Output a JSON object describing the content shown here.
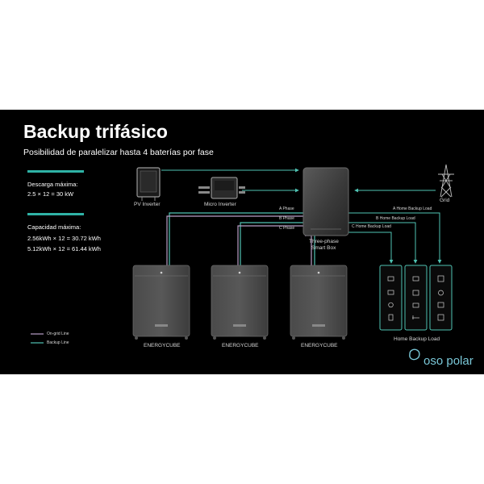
{
  "slide": {
    "title": "Backup trifásico",
    "subtitle": "Posibilidad de paralelizar hasta 4 baterías por fase"
  },
  "specs": {
    "discharge_label": "Descarga máxima:",
    "discharge_value": "2.5 × 12 = 30 kW",
    "capacity_label": "Capacidad máxima:",
    "capacity_value_1": "2.56kWh × 12 = 30.72 kWh",
    "capacity_value_2": "5.12kWh × 12 = 61.44 kWh"
  },
  "devices": {
    "pv_inverter": "PV Inverter",
    "micro_inverter": "Micro Inverter",
    "smart_box_line1": "Three-phase",
    "smart_box_line2": "Smart Box",
    "grid": "Grid",
    "battery": "ENERGYCUBE",
    "home_backup_load": "Home Backup Load"
  },
  "phases": {
    "a": "A Phase",
    "b": "B Phase",
    "c": "C Phase",
    "a_load": "A Home Backup Load",
    "b_load": "B Home Backup Load",
    "c_load": "C Home Backup Load"
  },
  "legend": {
    "on_grid": "On-grid Line",
    "backup": "Backup Line"
  },
  "brand": {
    "name": "oso polar"
  },
  "colors": {
    "background": "#000000",
    "accent": "#2fb3a6",
    "on_grid_line": "#b9a0c8",
    "backup_line": "#4fc3b3"
  }
}
